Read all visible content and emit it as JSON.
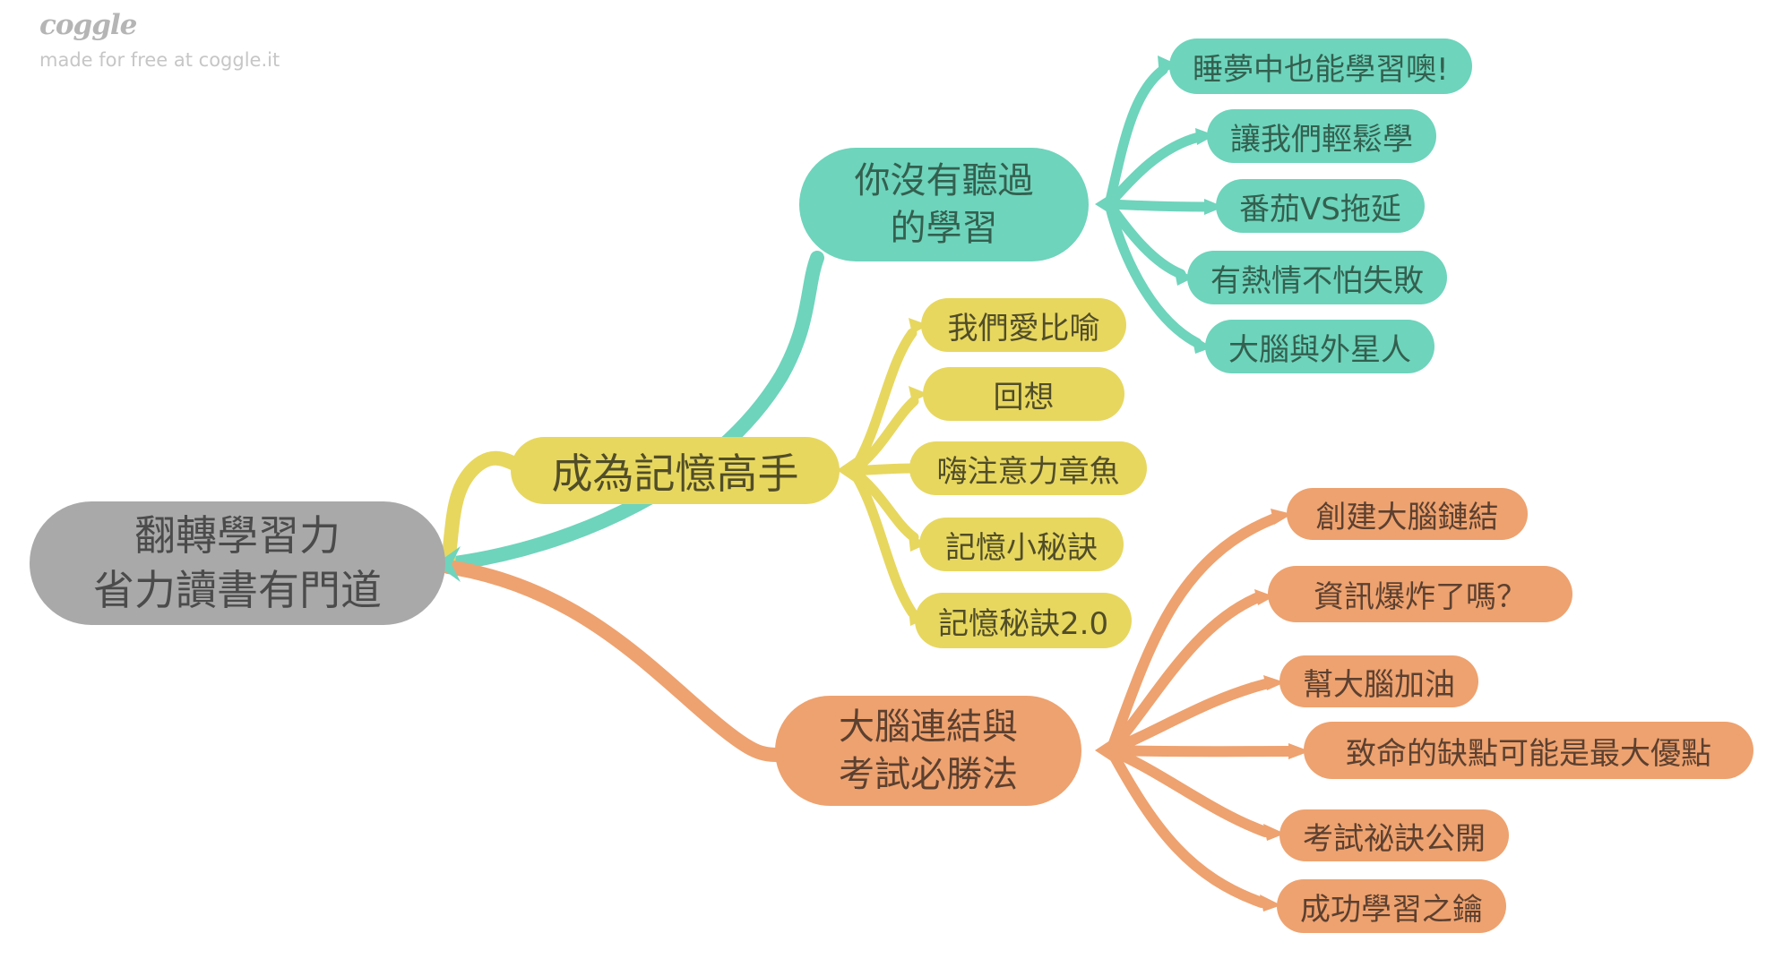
{
  "theme": {
    "teal": "#6ed4bc",
    "tealText": "#33604f",
    "yellow": "#e7d75f",
    "yellowText": "#514d28",
    "orange": "#eea26f",
    "orangeText": "#5c4030",
    "gray": "#a9a9a9",
    "grayText": "#4b4b4b",
    "watermarkLogo": "#b5b5b5",
    "watermarkText": "#c6c6c6"
  },
  "watermark": {
    "logo": "coggle",
    "tagline": "made for free at coggle.it"
  },
  "root": {
    "label_line1": "翻轉學習力",
    "label_line2": "省力讀書有門道"
  },
  "branches": [
    {
      "name": "你沒有聽過的學習",
      "label_line1": "你沒有聽過",
      "label_line2": "的學習",
      "color": "#6ed4bc",
      "children": [
        "睡夢中也能學習噢!",
        "讓我們輕鬆學",
        "番茄VS拖延",
        "有熱情不怕失敗",
        "大腦與外星人"
      ]
    },
    {
      "name": "成為記憶高手",
      "label": "成為記憶高手",
      "color": "#e7d75f",
      "children": [
        "我們愛比喻",
        "回想",
        "嗨注意力章魚",
        "記憶小秘訣",
        "記憶秘訣2.0"
      ]
    },
    {
      "name": "大腦連結與考試必勝法",
      "label_line1": "大腦連結與",
      "label_line2": "考試必勝法",
      "color": "#eea26f",
      "children": [
        "創建大腦鏈結",
        "資訊爆炸了嗎？",
        "幫大腦加油",
        "致命的缺點可能是最大優點",
        "考試祕訣公開",
        "成功學習之鑰"
      ]
    }
  ]
}
